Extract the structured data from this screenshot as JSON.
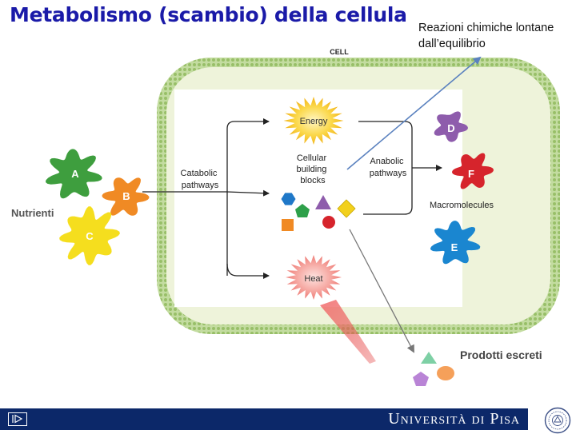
{
  "slide": {
    "title": "Metabolismo (scambio) della cellula",
    "note_lines": [
      "Reazioni chimiche lontane",
      "dall’equilibrio"
    ]
  },
  "diagram": {
    "cell_label": "CELL",
    "nutrients_label": "Nutrienti",
    "nutrients": [
      "A",
      "B",
      "C"
    ],
    "catabolic_lines": [
      "Catabolic",
      "pathways"
    ],
    "energy_label": "Energy",
    "building_blocks_lines": [
      "Cellular",
      "building",
      "blocks"
    ],
    "anabolic_lines": [
      "Anabolic",
      "pathways"
    ],
    "macromolecules_label": "Macromolecules",
    "macromolecules": [
      "D",
      "F",
      "E"
    ],
    "heat_label": "Heat",
    "products_label": "Prodotti escreti"
  },
  "colors": {
    "title": "#1a1aa8",
    "footer": "#0c2869",
    "membrane": "#a7c97b",
    "cytoplasm": "#eef3da",
    "nutrient_a": "#3e9e3e",
    "nutrient_b": "#f08a24",
    "nutrient_c": "#f5de1e",
    "macro_d": "#8e5cac",
    "macro_f": "#d6242c",
    "macro_e": "#1a86d0",
    "energy": "#f7c534",
    "heat": "#f08c8c"
  },
  "footer": {
    "university": "Università di Pisa",
    "nav_icon": "play-icon",
    "seal_icon": "university-seal-icon"
  }
}
